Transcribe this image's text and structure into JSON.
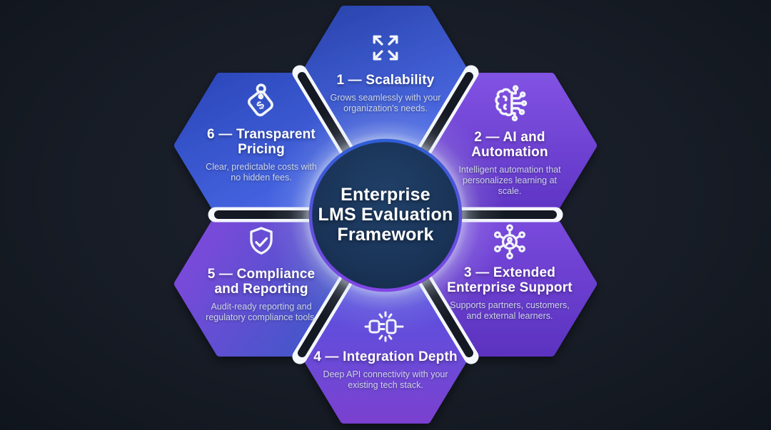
{
  "center": {
    "title": "Enterprise\nLMS Evaluation\nFramework"
  },
  "items": [
    {
      "number": "1",
      "icon": "expand-arrows-icon",
      "title": "1 — Scalability",
      "description": "Grows seamlessly with your organization's needs."
    },
    {
      "number": "2",
      "icon": "ai-brain-circuit-icon",
      "title": "2 — AI and\nAutomation",
      "description": "Intelligent automation that personalizes learning at scale."
    },
    {
      "number": "3",
      "icon": "extended-network-icon",
      "title": "3 — Extended\nEnterprise Support",
      "description": "Supports partners, customers, and external learners."
    },
    {
      "number": "4",
      "icon": "plug-connection-icon",
      "title": "4 — Integration Depth",
      "description": "Deep API connectivity with your existing tech stack."
    },
    {
      "number": "5",
      "icon": "shield-check-icon",
      "title": "5 — Compliance\nand Reporting",
      "description": "Audit-ready reporting and regulatory compliance tools."
    },
    {
      "number": "6",
      "icon": "price-tag-icon",
      "icon_glyph": "$",
      "title": "6 — Transparent\nPricing",
      "description": "Clear, predictable costs with no hidden fees."
    }
  ],
  "colors": {
    "background": "#171c26",
    "hexagon_blue_top": "#2c47b2",
    "hexagon_blue_bottom": "#4f6de9",
    "hexagon_purple_top": "#8152e2",
    "hexagon_purple_bottom": "#5e34c4",
    "circle_fill": "#1a3458",
    "ring_top_blue": "#2f5ed6",
    "ring_bottom_purple": "#8145e4",
    "divider_white": "#f4f7fc",
    "text_primary": "#ffffff",
    "text_secondary": "#ccd5e9"
  }
}
